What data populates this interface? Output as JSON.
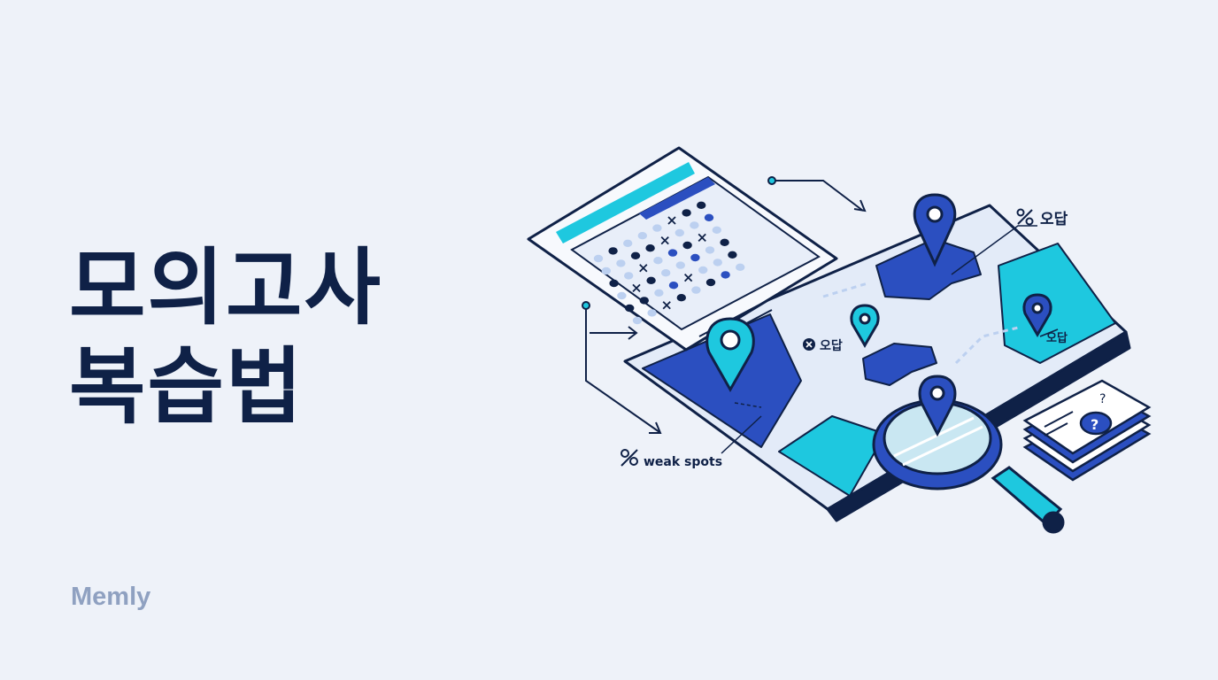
{
  "title": {
    "line1": "모의고사",
    "line2": "복습법"
  },
  "brand": "Memly",
  "illustration": {
    "labels": {
      "wrong_top": "오답",
      "wrong_mid": "오답",
      "wrong_right": "오답",
      "weak_spots": "weak spots"
    },
    "icons": [
      "percent-icon",
      "x-circle-icon",
      "weak-spots-icon",
      "question-brain-icon",
      "magnifier-icon",
      "map-pin-icon"
    ]
  },
  "colors": {
    "background": "#eef2f9",
    "navy": "#0f2147",
    "royal_blue": "#2b4fc0",
    "cyan": "#1ec8df",
    "light_blue": "#bcd0f0",
    "brand_gray": "#8fa1c1"
  }
}
